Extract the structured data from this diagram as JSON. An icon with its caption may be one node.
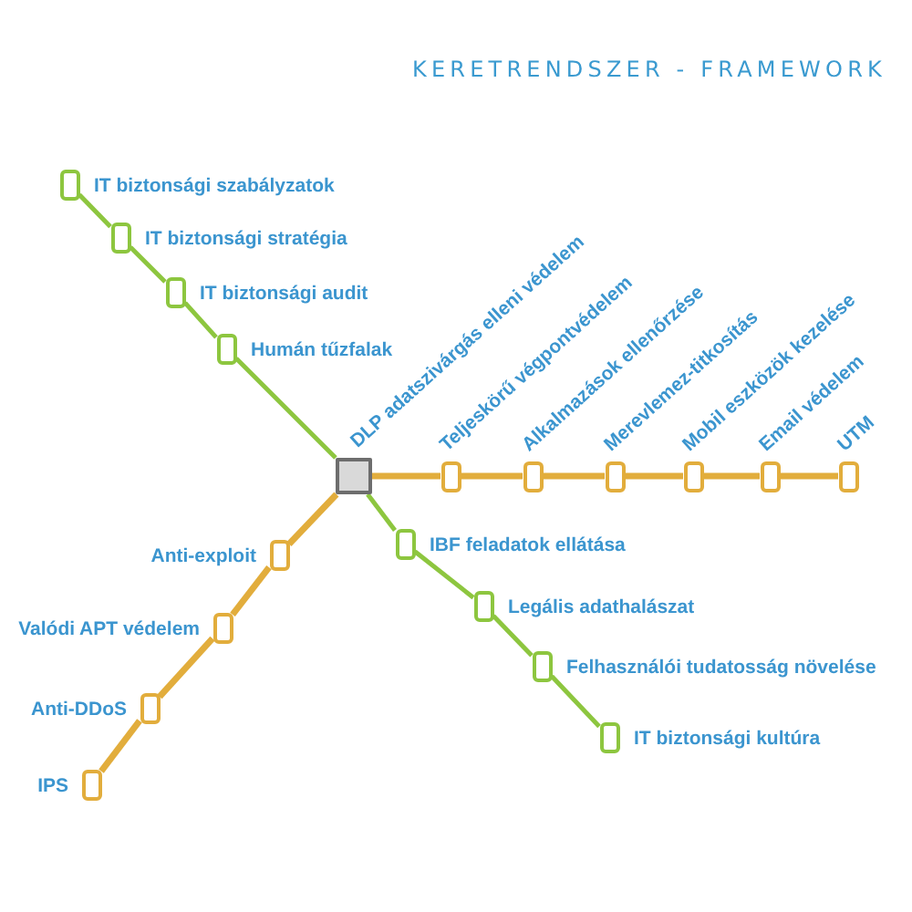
{
  "diagram": {
    "title": "KERETRENDSZER - FRAMEWORK",
    "nodes": [
      {
        "text": [
          "IT biztonsági szabályzatok"
        ]
      },
      {
        "text": [
          "IT biztonsági stratégia"
        ]
      },
      {
        "text": [
          "IT biztonsági audit"
        ]
      },
      {
        "text": [
          "Humán tűzfalak"
        ]
      },
      {
        "text": [
          "DLP adatszivárgás elleni védelem"
        ]
      },
      {
        "text": [
          "Teljeskörű végpontvédelem"
        ]
      },
      {
        "text": [
          "Alkalmazások ellenőrzése"
        ]
      },
      {
        "text": [
          "Merevlemez-titkosítás"
        ]
      },
      {
        "text": [
          "Mobil eszközök kezelése"
        ]
      },
      {
        "text": [
          "Email védelem"
        ]
      },
      {
        "text": [
          "UTM"
        ]
      },
      {
        "text": [
          "Anti-exploit"
        ]
      },
      {
        "text": [
          "IBF feladatok ellátása"
        ]
      },
      {
        "text": [
          "Valódi APT védelem"
        ]
      },
      {
        "text": [
          "Legális adathalászat"
        ]
      },
      {
        "text": [
          "Anti-DDoS"
        ]
      },
      {
        "text": [
          "Felhasználói tudatosság növelése"
        ]
      },
      {
        "text": [
          "IPS"
        ]
      },
      {
        "text": [
          "IT biztonsági kultúra"
        ]
      }
    ],
    "edges": [
      {
        "from": 0,
        "to": 1,
        "arrow": "none",
        "color": "#8dc63f"
      },
      {
        "from": 1,
        "to": 2,
        "arrow": "none",
        "color": "#8dc63f"
      },
      {
        "from": 2,
        "to": 3,
        "arrow": "none",
        "color": "#8dc63f"
      },
      {
        "from": 3,
        "to": 4,
        "arrow": "none",
        "color": "#8dc63f"
      },
      {
        "from": 4,
        "to": 12,
        "arrow": "none",
        "color": "#8dc63f"
      },
      {
        "from": 12,
        "to": 14,
        "arrow": "none",
        "color": "#8dc63f"
      },
      {
        "from": 14,
        "to": 16,
        "arrow": "none",
        "color": "#8dc63f"
      },
      {
        "from": 16,
        "to": 18,
        "arrow": "none",
        "color": "#8dc63f"
      },
      {
        "from": 4,
        "to": 5,
        "arrow": "none"
      },
      {
        "from": 5,
        "to": 6,
        "arrow": "none"
      },
      {
        "from": 6,
        "to": 7,
        "arrow": "none"
      },
      {
        "from": 7,
        "to": 8,
        "arrow": "none"
      },
      {
        "from": 8,
        "to": 9,
        "arrow": "none"
      },
      {
        "from": 9,
        "to": 10,
        "arrow": "none"
      },
      {
        "from": 4,
        "to": 11,
        "arrow": "none"
      },
      {
        "from": 11,
        "to": 13,
        "arrow": "none"
      },
      {
        "from": 13,
        "to": 15,
        "arrow": "none"
      },
      {
        "from": 15,
        "to": 17,
        "arrow": "none"
      }
    ]
  }
}
